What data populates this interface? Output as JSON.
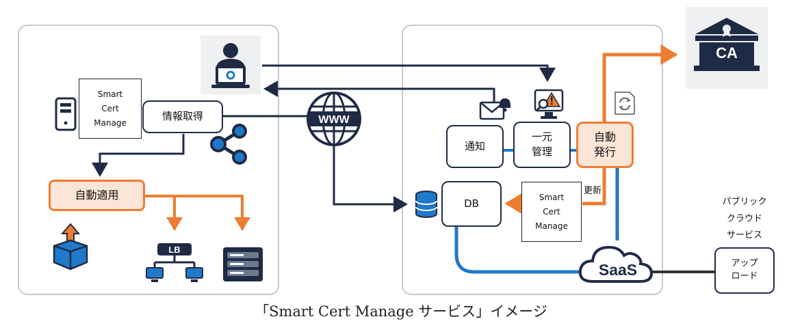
{
  "diagram": {
    "left_nodes": {
      "smart_cert_manage": "Smart\nCert\nManage",
      "info_acquire": "情報取得",
      "auto_apply": "自動適用",
      "lb_label": "LB"
    },
    "center_nodes": {
      "www_label": "WWW"
    },
    "right_nodes": {
      "notify": "通知",
      "central_manage": "一元\n管理",
      "auto_issue": "自動\n発行",
      "db": "DB",
      "update_label": "更新",
      "smart_cert_manage": "Smart\nCert\nManage",
      "saas_label": "SaaS",
      "ca_label": "CA"
    },
    "cloud_side": {
      "public_cloud": "パブリック\nクラウド\nサービス",
      "upload": "アップ\nロード"
    },
    "caption": "「Smart Cert Manage サービス」イメージ"
  },
  "colors": {
    "navy": "#1f2a44",
    "orange": "#ed7d31",
    "orange_fill": "#fbe5d6",
    "blue": "#1f78c8",
    "panel_border": "#c9c9c9"
  },
  "icons": [
    "user-laptop-icon",
    "server-tower-icon",
    "share-icon",
    "upload-box-icon",
    "load-balancer-icon",
    "server-rack-icon",
    "globe-icon",
    "mail-bell-icon",
    "monitor-alert-icon",
    "refresh-icon",
    "database-icon",
    "cloud-icon",
    "bank-icon"
  ]
}
